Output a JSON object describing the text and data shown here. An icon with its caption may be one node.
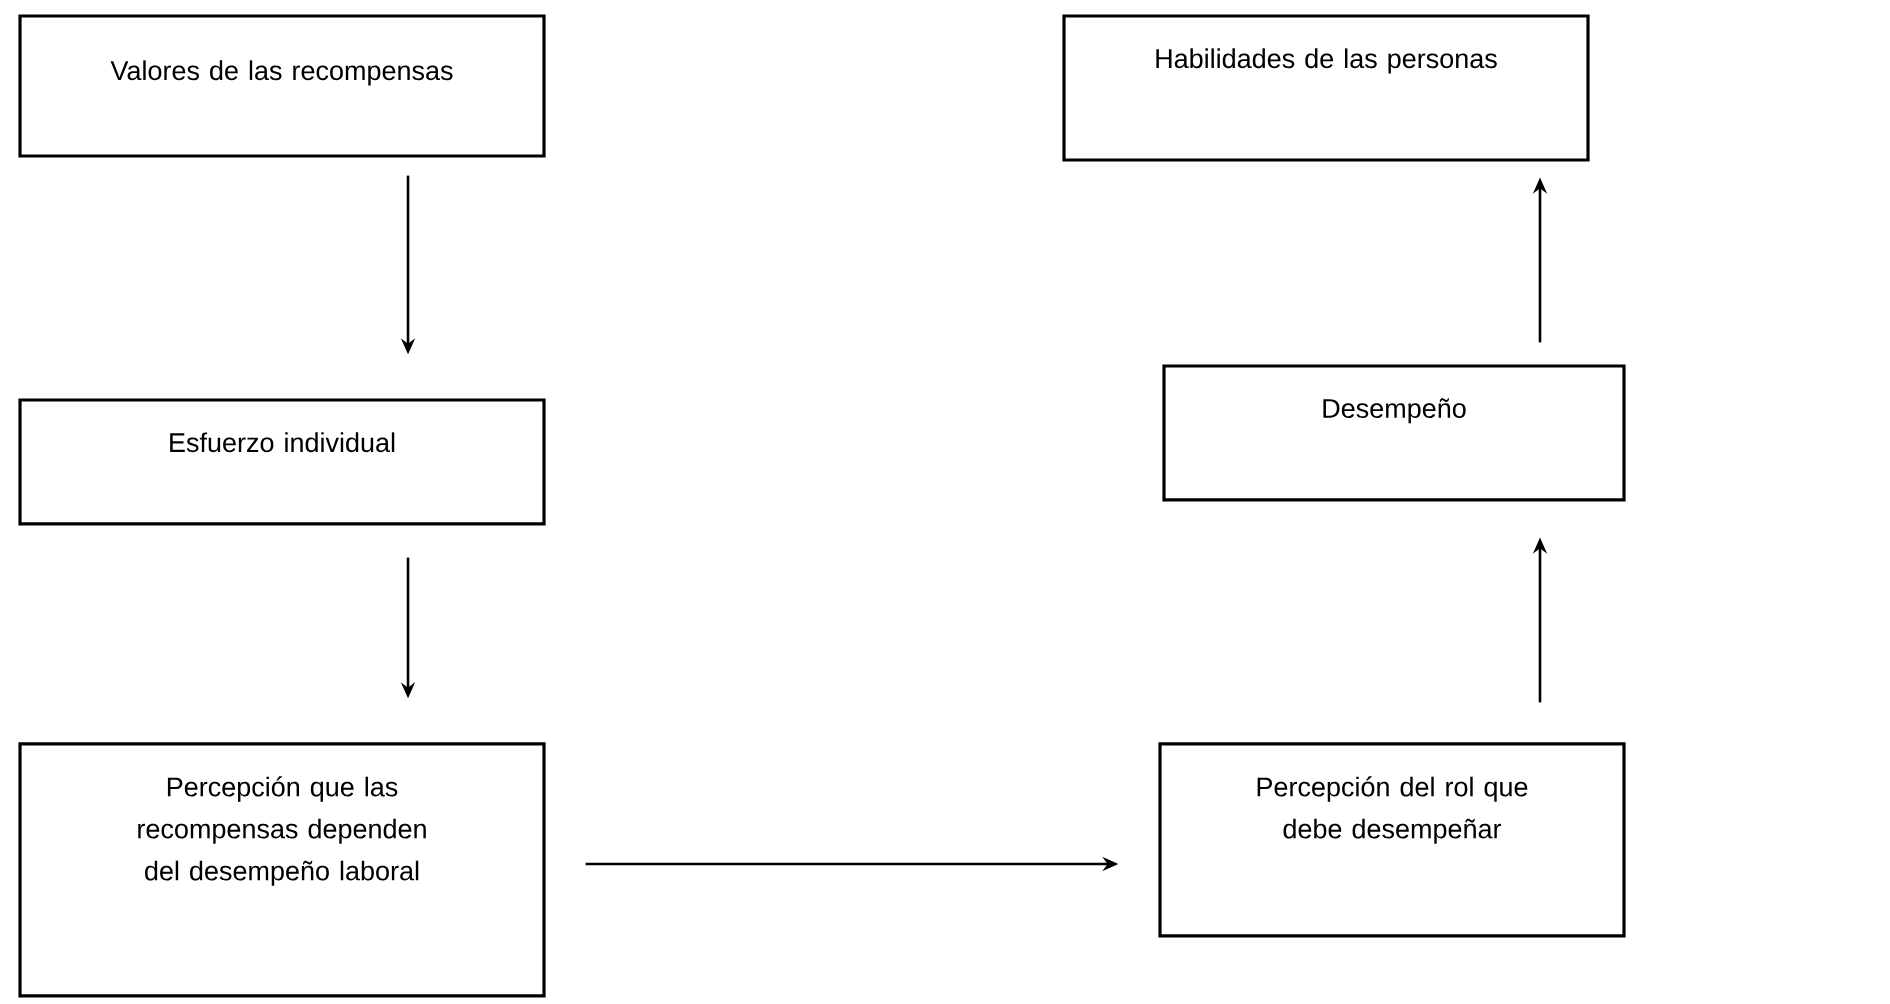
{
  "diagram": {
    "nodes": [
      {
        "text": [
          "Valores de las recompensas"
        ]
      },
      {
        "text": [
          "Esfuerzo individual"
        ]
      },
      {
        "text": [
          "Percepción que las recompensas dependen del desempeño laboral"
        ]
      },
      {
        "text": [
          "Habilidades de las personas"
        ]
      },
      {
        "text": [
          "Desempeño"
        ]
      },
      {
        "text": [
          "Percepción del rol que debe desempeñar"
        ]
      }
    ],
    "edges": [
      {
        "from": 0,
        "to": 1,
        "arrow": "to"
      },
      {
        "from": 1,
        "to": 2,
        "arrow": "to"
      },
      {
        "from": 2,
        "to": 5,
        "arrow": "to"
      },
      {
        "from": 5,
        "to": 4,
        "arrow": "to"
      },
      {
        "from": 4,
        "to": 3,
        "arrow": "to"
      }
    ]
  }
}
